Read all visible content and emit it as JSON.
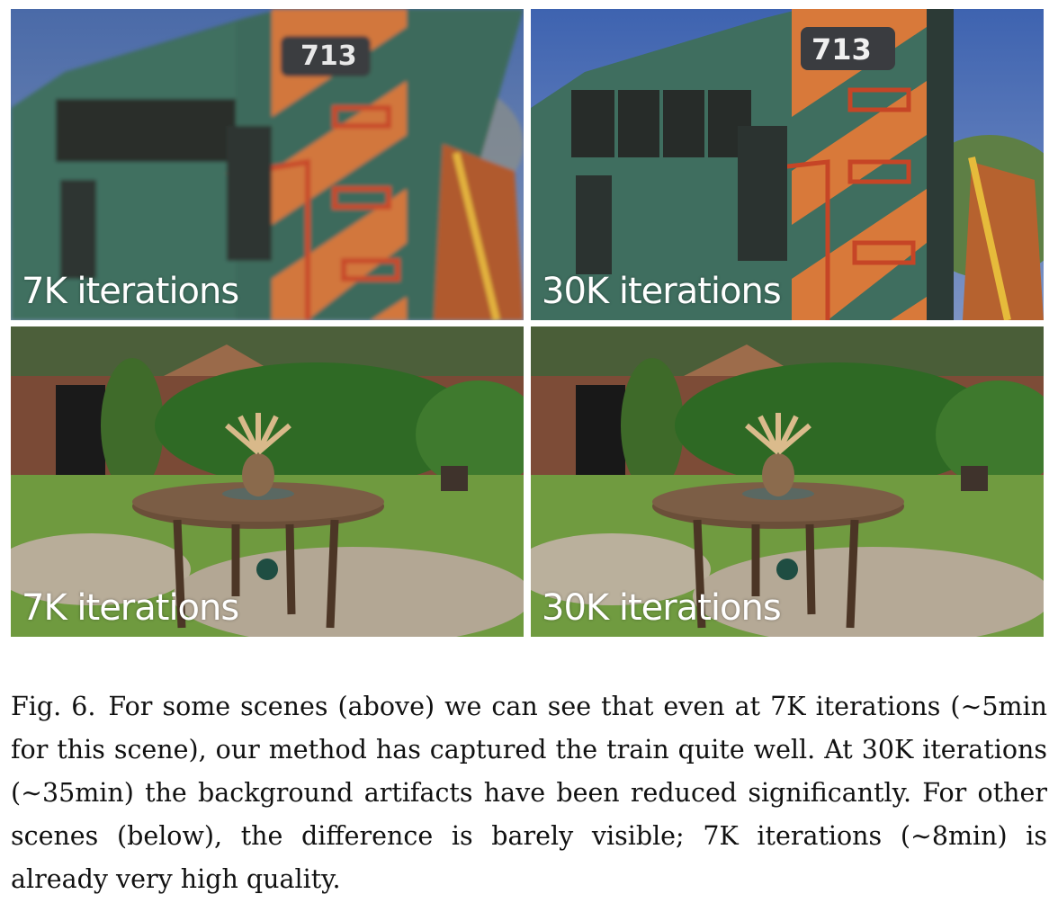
{
  "figure": {
    "panels": [
      {
        "scene": "train",
        "label": "7K iterations"
      },
      {
        "scene": "train",
        "label": "30K iterations"
      },
      {
        "scene": "garden",
        "label": "7K iterations"
      },
      {
        "scene": "garden",
        "label": "30K iterations"
      }
    ],
    "train_number": "713"
  },
  "caption": {
    "label": "Fig. 6.",
    "text": "For some scenes (above) we can see that even at 7K iterations (∼5min for this scene), our method has captured the train quite well. At 30K iterations (∼35min) the background artifacts have been reduced significantly. For other scenes (below), the difference is barely visible; 7K iterations (∼8min) is already very high quality."
  }
}
